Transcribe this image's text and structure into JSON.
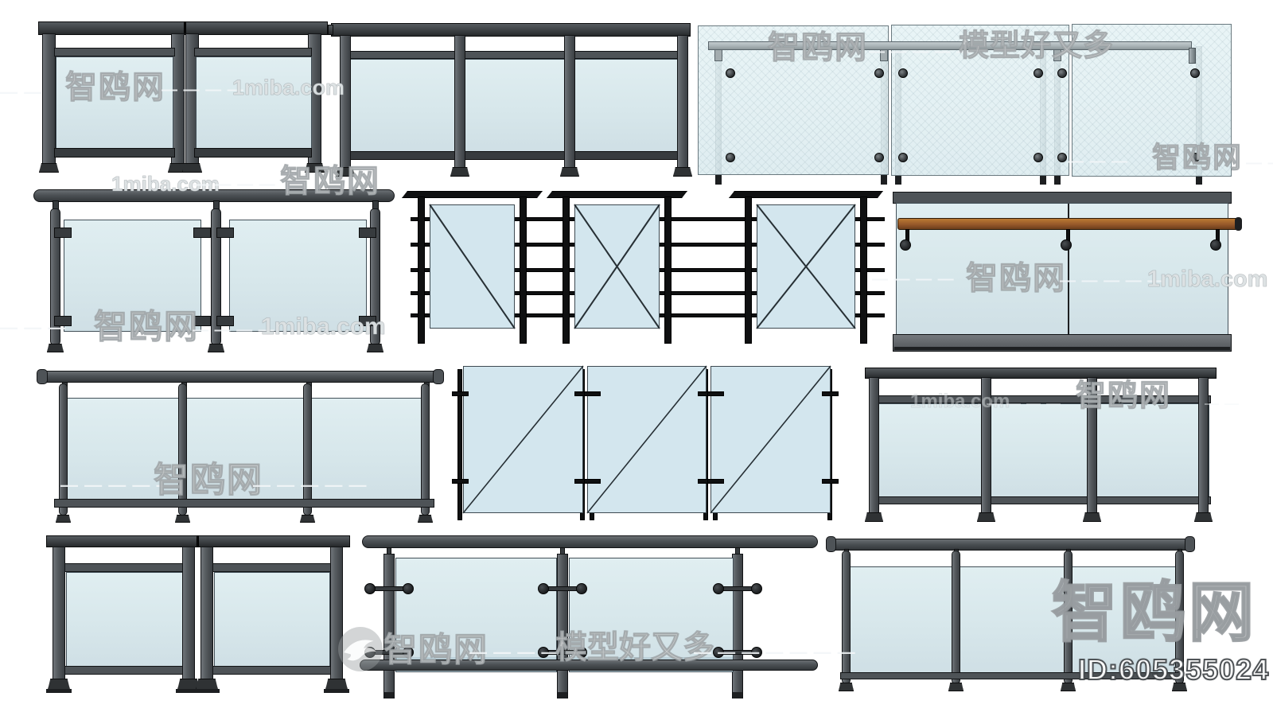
{
  "watermarks": {
    "brand": "智鸥网",
    "site": "1miba.com",
    "slogan": "模型好又多",
    "model_id": "ID:605355024",
    "dash2": "— —",
    "dash3": "— — —",
    "dash4": "— — — —",
    "dash5": "— — — — —",
    "dash6": "— — — — — — —"
  },
  "icons": {
    "bird_logo": "gull-bird-in-circle-watermark"
  },
  "colors": {
    "background": "#ffffff",
    "glass": "#d8e8ec",
    "glass_clear": "#e3f0f2",
    "metal_mid": "#5a5f63",
    "metal_dark": "#3c4043",
    "metal_black": "#0f1011",
    "wood_handrail": "#96592a",
    "watermark": "#ffffff"
  }
}
